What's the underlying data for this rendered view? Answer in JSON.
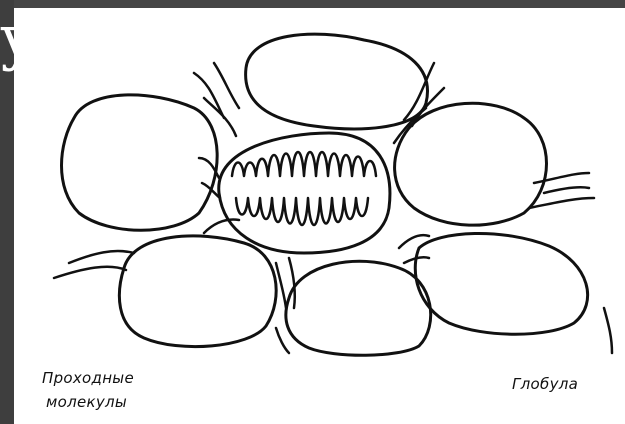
{
  "slide": {
    "top_glyph": "у"
  },
  "diagram": {
    "caption_left_line1": "Проходные",
    "caption_left_line2": "молекулы",
    "caption_right": "Глобула"
  }
}
